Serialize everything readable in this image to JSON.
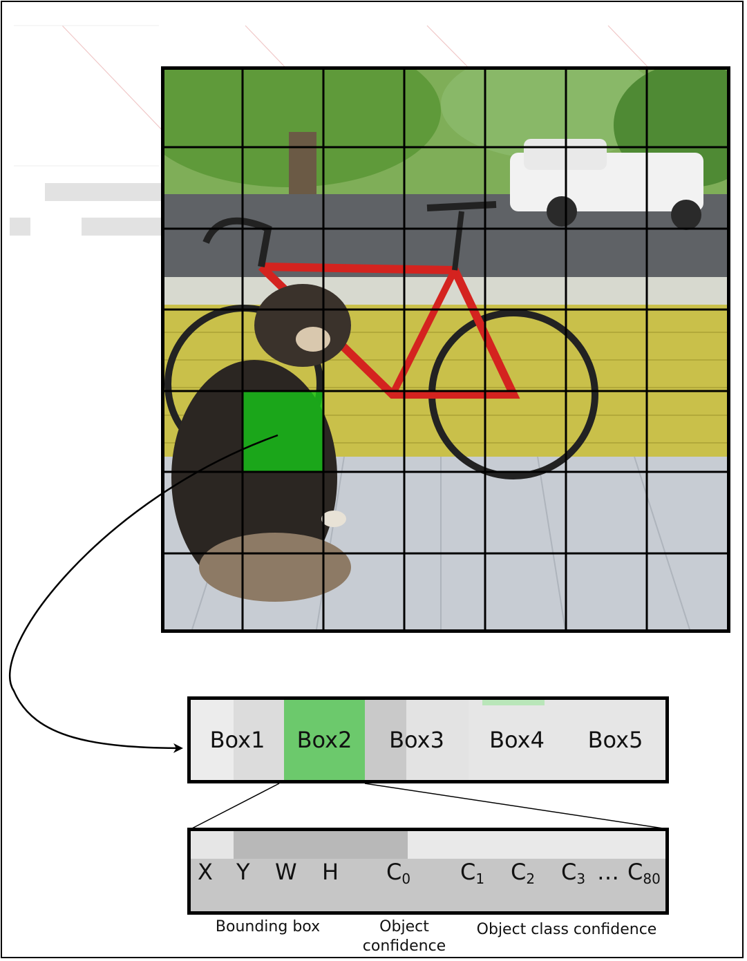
{
  "boxes": [
    {
      "label": "Box1",
      "fill": "#dcdcdc",
      "highlighted": false
    },
    {
      "label": "Box2",
      "fill": "#6cc96c",
      "highlighted": true
    },
    {
      "label": "Box3",
      "fill": "#c9c9c9",
      "highlighted": false
    },
    {
      "label": "Box4",
      "fill": "#e6e6e6",
      "highlighted": false
    },
    {
      "label": "Box5",
      "fill": "#e6e6e6",
      "highlighted": false
    }
  ],
  "fields": {
    "x": "X",
    "y": "Y",
    "w": "W",
    "h": "H",
    "c0": {
      "base": "C",
      "sub": "0"
    },
    "c1": {
      "base": "C",
      "sub": "1"
    },
    "c2": {
      "base": "C",
      "sub": "2"
    },
    "c3": {
      "base": "C",
      "sub": "3"
    },
    "ellipsis": "…",
    "c80": {
      "base": "C",
      "sub": "80"
    }
  },
  "captions": {
    "bounding_box": "Bounding box",
    "object_confidence_line1": "Object",
    "object_confidence_line2": "confidence",
    "class_confidence": "Object class confidence"
  },
  "colors": {
    "highlight_cell": "#18c318",
    "highlight_box": "#6cc96c",
    "grid": "#000000"
  },
  "photo": {
    "grid_rows": 7,
    "grid_cols": 7,
    "highlight_cell": {
      "row": 4,
      "col": 1
    },
    "content": "photo of a dog sitting beside a red bicycle on a porch, white pickup truck in background"
  }
}
